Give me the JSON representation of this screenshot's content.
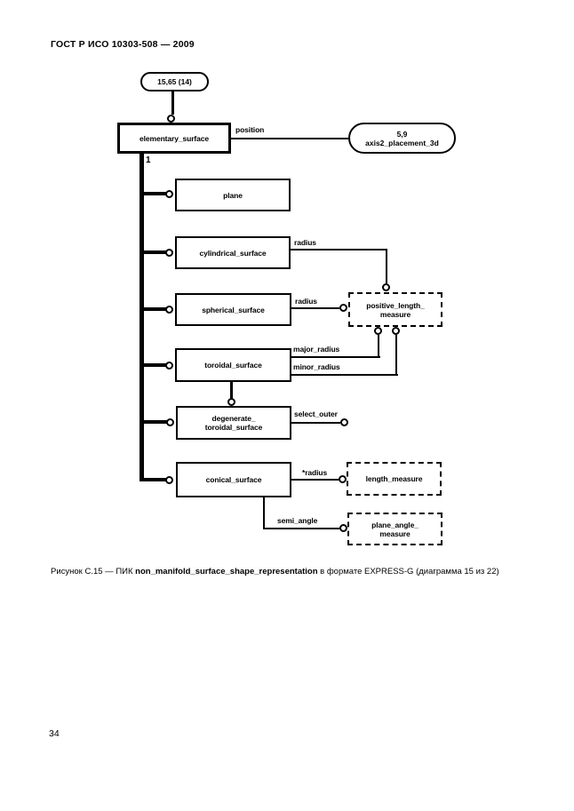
{
  "header": {
    "title": "ГОСТ Р ИСО 10303-508 — 2009"
  },
  "footer": {
    "page_number": "34"
  },
  "caption": {
    "prefix": "Рисунок С.15 — ПИК ",
    "entity": "non_manifold_surface_shape_representation",
    "suffix": " в формате EXPRESS-G (диаграмма 15 из 22)"
  },
  "diagram": {
    "page_ref_label": "15,65 (14)",
    "supertype_label": "elementary_surface",
    "position_attr_label": "position",
    "oneof_label": "1",
    "axis2_ref": {
      "line1": "5,9",
      "line2": "axis2_placement_3d"
    },
    "subtype_boxes": {
      "plane": "plane",
      "cylindrical": "cylindrical_surface",
      "spherical": "spherical_surface",
      "toroidal": "toroidal_surface",
      "degenerate": {
        "line1": "degenerate_",
        "line2": "toroidal_surface"
      },
      "conical": "conical_surface"
    },
    "type_boxes": {
      "positive_length": {
        "line1": "positive_length_",
        "line2": "measure"
      },
      "length": "length_measure",
      "plane_angle": {
        "line1": "plane_angle_",
        "line2": "measure"
      }
    },
    "attr_labels": {
      "radius_cylindrical": "radius",
      "radius_spherical": "radius",
      "major_radius": "major_radius",
      "minor_radius": "minor_radius",
      "select_outer": "select_outer",
      "radius_conical": "*radius",
      "semi_angle": "semi_angle"
    }
  }
}
